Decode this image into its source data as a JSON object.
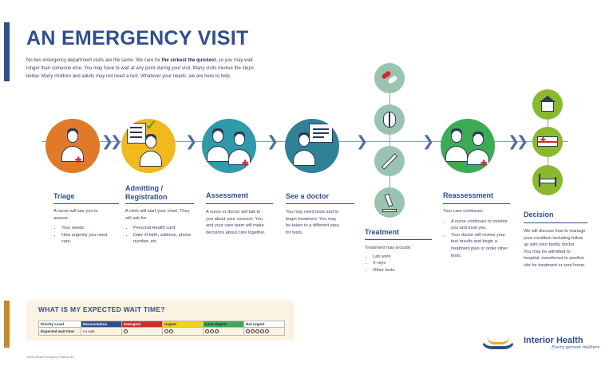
{
  "title": "AN EMERGENCY VISIT",
  "intro": {
    "part1": "No two emergency department visits are the same. We care for ",
    "bold": "the sickest the quickest",
    "part2": ", so you may wait longer than someone else. You may have to wait at any point during your visit. Many visits involve the steps below. Many children and adults may not need a test. Whatever your needs, we are here to help."
  },
  "colors": {
    "brand": "#2f4e8c",
    "triage": "#e07a2a",
    "admitting": "#f2b91f",
    "assessment": "#2f9aa8",
    "see_doctor": "#2f8196",
    "treatment": "#9bc4b0",
    "reassessment": "#3daa56",
    "decision": "#8ab82e"
  },
  "stages": {
    "triage": {
      "title": "Triage",
      "intro": "A nurse will see you to assess:",
      "items": [
        "Your needs",
        "How urgently you need care."
      ]
    },
    "admitting": {
      "title_line1": "Admitting /",
      "title_line2": "Registration",
      "intro": "A clerk will start your chart. They will ask for:",
      "items": [
        "Personal Health card",
        "Date of birth, address, phone number, etc"
      ]
    },
    "assessment": {
      "title": "Assessment",
      "body": "A nurse or doctor will talk to you about your concern. You and your care team will make decisions about care together."
    },
    "see_doctor": {
      "title": "See a doctor",
      "body": "You may need tests and to begin treatment. You may be taken to a different area for tests."
    },
    "treatment": {
      "title": "Treatment",
      "intro": "Treatment may include:",
      "items": [
        "Lab work",
        "X-rays",
        "Other tests."
      ]
    },
    "reassessment": {
      "title": "Reassessment",
      "intro": "Your care continues:",
      "items": [
        "A nurse continues to monitor you and treat you.",
        "Your doctor will review your test results and begin a treatment plan or order other tests."
      ]
    },
    "decision": {
      "title": "Decision",
      "p1": "We will discuss how to manage your condition including follow up with your family doctor.",
      "p2": "You may be admitted to hospital, transferred to another site for treatment or sent home."
    }
  },
  "icons": {
    "treatment": [
      "pills-icon",
      "ribcage-xray-icon",
      "syringe-icon",
      "microscope-icon"
    ],
    "decision": [
      "house-icon",
      "ambulance-icon",
      "hospital-bed-icon"
    ]
  },
  "wait_time": {
    "title": "WHAT IS MY EXPECTED WAIT TIME?",
    "row_labels": [
      "Priority Level",
      "Expected wait time:"
    ],
    "levels": [
      {
        "name": "Resuscitation",
        "color": "#2f4e8c",
        "wait": "no wait",
        "clocks": 0
      },
      {
        "name": "Emergent",
        "color": "#d12b2b",
        "wait": "",
        "clocks": 1
      },
      {
        "name": "Urgent",
        "color": "#f2d21f",
        "wait": "",
        "clocks": 2
      },
      {
        "name": "Less Urgent",
        "color": "#3daa56",
        "wait": "",
        "clocks": 3
      },
      {
        "name": "Not urgent",
        "color": "#ffffff",
        "wait": "",
        "clocks": 5
      }
    ]
  },
  "footer_note": "Interior Health Emergency Patient Info",
  "logo": {
    "name": "Interior Health",
    "tagline": "Every person matters"
  }
}
